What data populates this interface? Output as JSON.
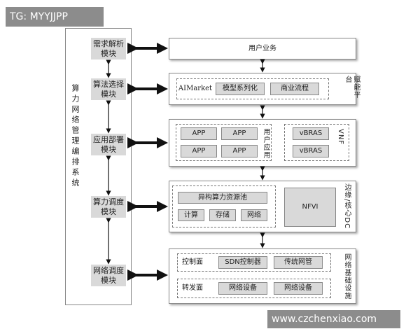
{
  "watermark_top": "TG: MYYJJPP",
  "watermark_bottom": "www.czchenxiao.com",
  "system_title": "算力网络管理编排系统",
  "left_modules": [
    "需求解析模块",
    "算法选择模块",
    "应用部署模块",
    "算力调度模块",
    "网络调度模块"
  ],
  "layers": {
    "user_service": "用户业务",
    "enablement": {
      "side_label": "赋能平台",
      "aimarket": "AIMarket",
      "model_serialization": "模型系列化",
      "business_process": "商业流程"
    },
    "apps": {
      "app_labels": [
        "APP",
        "APP",
        "APP",
        "APP"
      ],
      "user_apps_label": "用户应用",
      "vbras": [
        "vBRAS",
        "vBRAS"
      ],
      "vnf_label": "VNF"
    },
    "dc": {
      "pool_label": "异构算力资源池",
      "compute": "计算",
      "storage": "存储",
      "network": "网络",
      "nfvi": "NFVI",
      "side_label": "边缘/核心DC"
    },
    "infra": {
      "control_plane": "控制面",
      "sdn_controller": "SDN控制器",
      "traditional_mgmt": "传统网管",
      "forwarding_plane": "转发面",
      "net_device_1": "网络设备",
      "net_device_2": "网络设备",
      "side_label": "网络基础设施"
    }
  }
}
